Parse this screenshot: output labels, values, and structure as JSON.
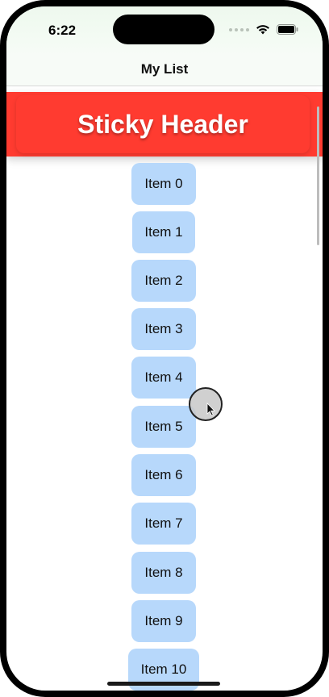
{
  "status_bar": {
    "time": "6:22"
  },
  "nav": {
    "title": "My List"
  },
  "sticky_header": {
    "title": "Sticky Header",
    "color": "#ff3b30"
  },
  "list": {
    "items": [
      "Item 0",
      "Item 1",
      "Item 2",
      "Item 3",
      "Item 4",
      "Item 5",
      "Item 6",
      "Item 7",
      "Item 8",
      "Item 9",
      "Item 10"
    ],
    "item_color": "#b7d8fb"
  }
}
